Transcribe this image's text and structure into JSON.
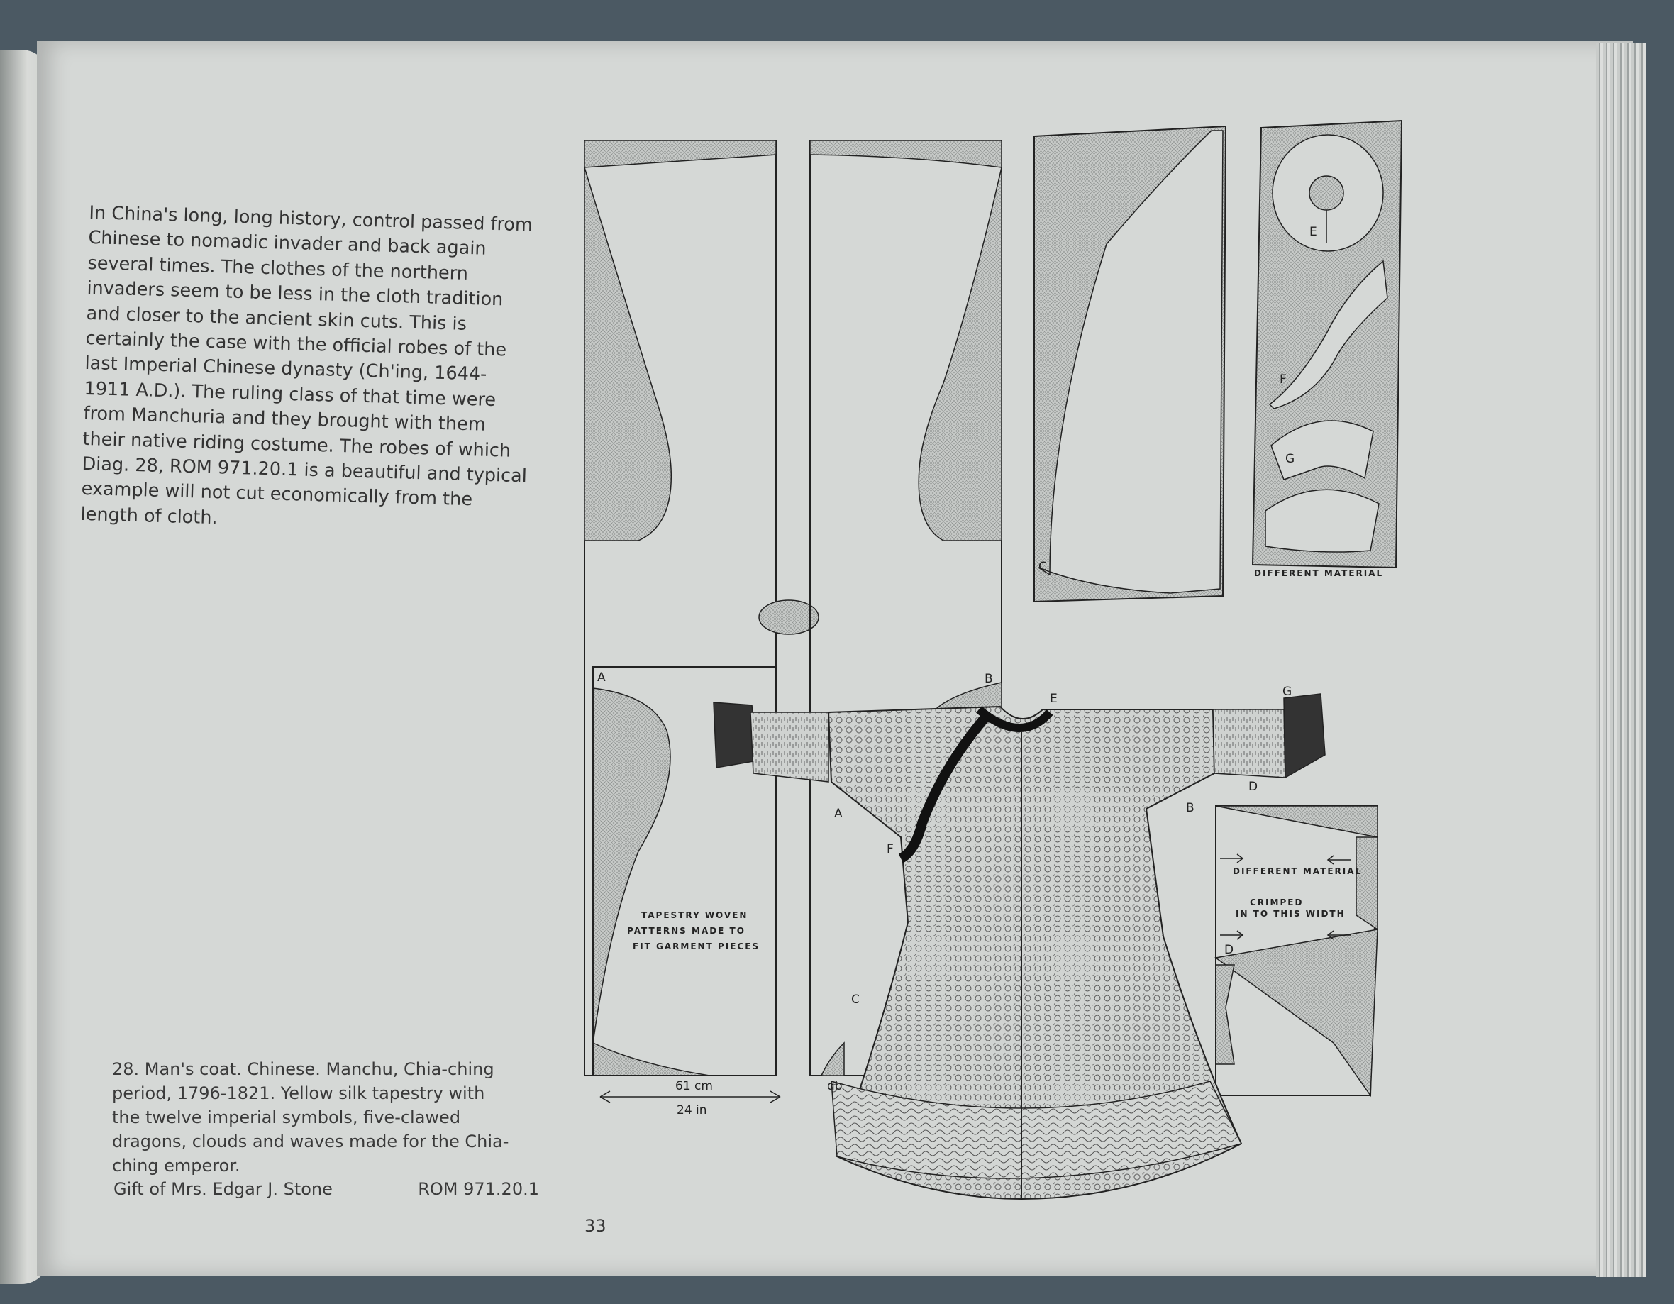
{
  "intro_text": "In China's long, long history, control passed from Chinese to nomadic invader and back again several times. The clothes of the northern invaders seem to be less in the cloth tradition and closer to the ancient skin cuts. This is certainly the case with the official robes of the last Imperial Chinese dynasty (Ch'ing, 1644-1911 A.D.). The ruling class of that time were from Manchuria and they brought with them their native riding costume. The robes of which Diag. 28, ROM 971.20.1 is a beautiful and typical example will not cut economically from the length of cloth.",
  "caption": "28. Man's coat. Chinese. Manchu, Chia-ching period, 1796-1821. Yellow silk tapestry with the twelve imperial symbols, five-clawed dragons, clouds and waves made for the Chia-ching emperor.",
  "gift": "Gift of Mrs. Edgar J. Stone",
  "catalog_number": "ROM 971.20.1",
  "page_number": "33",
  "diagram": {
    "piece_labels": {
      "A": "A",
      "B": "B",
      "C": "C",
      "D": "D",
      "E": "E",
      "F": "F",
      "G": "G"
    },
    "note_tapestry": [
      "TAPESTRY WOVEN",
      "PATTERNS MADE TO",
      "FIT GARMENT PIECES"
    ],
    "note_different_material": "DIFFERENT MATERIAL",
    "note_different_material_2": "DIFFERENT MATERIAL",
    "note_crimped": [
      "CRIMPED",
      "IN TO THIS WIDTH"
    ],
    "dim_cm": "61 cm",
    "dim_in": "24 in",
    "db_label": "db"
  }
}
